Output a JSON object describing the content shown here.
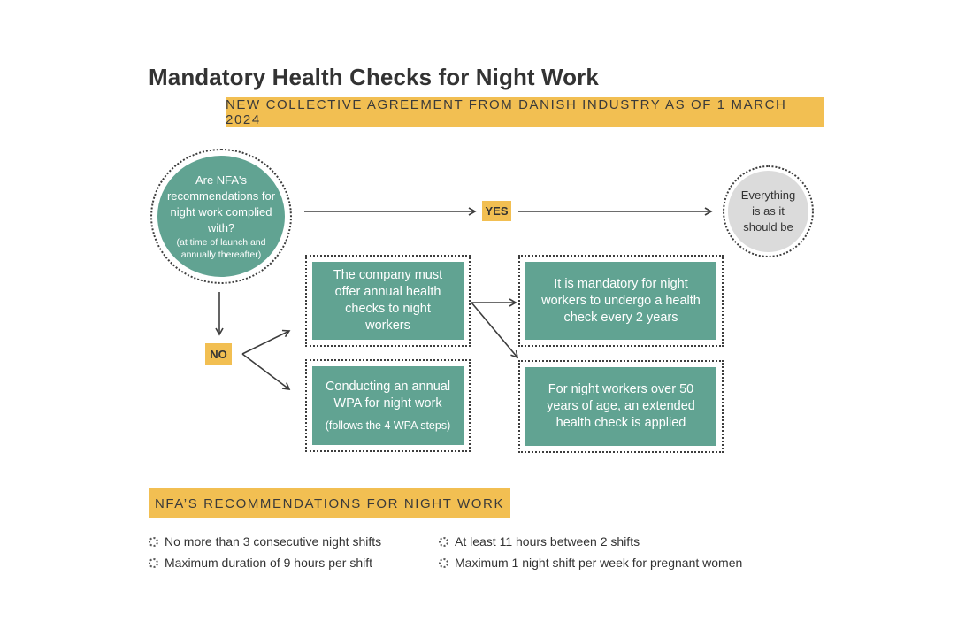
{
  "title": "Mandatory Health Checks for Night Work",
  "banner_top": "NEW COLLECTIVE AGREEMENT FROM DANISH INDUSTRY AS OF 1 MARCH 2024",
  "question": {
    "main": "Are NFA's recommendations for night work complied with?",
    "sub": "(at time of launch and annually thereafter)"
  },
  "yes_label": "YES",
  "no_label": "NO",
  "outcome_yes": "Everything is as it should be",
  "box_offer": "The company must offer annual health checks to night workers",
  "box_wpa": {
    "main": "Conducting an annual WPA for night work",
    "sub": "(follows the 4 WPA steps)"
  },
  "box_mandatory": "It is mandatory for night workers to undergo a health check every 2 years",
  "box_extended": "For night workers over 50 years of age, an extended health check is applied",
  "banner_bottom": "NFA’S RECOMMENDATIONS FOR NIGHT WORK",
  "recommendations": [
    "No more than 3 consecutive night shifts",
    "Maximum duration of 9 hours per shift",
    "At least 11 hours between 2 shifts",
    "Maximum 1 night shift per week for pregnant women"
  ],
  "colors": {
    "teal": "#61a392",
    "yellow": "#f2bf52",
    "grey": "#dbdbdb",
    "text": "#333333"
  }
}
